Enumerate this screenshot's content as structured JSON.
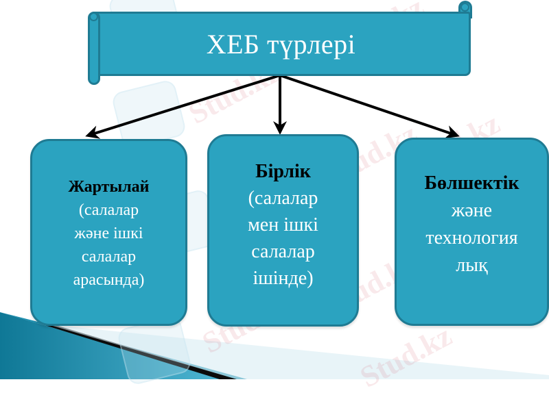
{
  "diagram": {
    "title": "ХЕБ түрлері",
    "children": [
      {
        "title": "Жартылай",
        "lines": [
          "(салалар",
          "және ішкі",
          "салалар",
          "арасында)"
        ]
      },
      {
        "title": "Бірлік",
        "lines": [
          "(салалар",
          "мен ішкі",
          "салалар",
          "ішінде)"
        ]
      },
      {
        "title": "Бөлшектік",
        "lines": [
          "және",
          "технология",
          "лық"
        ]
      }
    ]
  },
  "watermark": {
    "text": "Stud.kz"
  },
  "colors": {
    "box_fill": "#2ba3c0",
    "box_border": "#1f7b93",
    "arrow": "#000000",
    "title_text": "#ffffff",
    "heading_text": "#000000"
  }
}
